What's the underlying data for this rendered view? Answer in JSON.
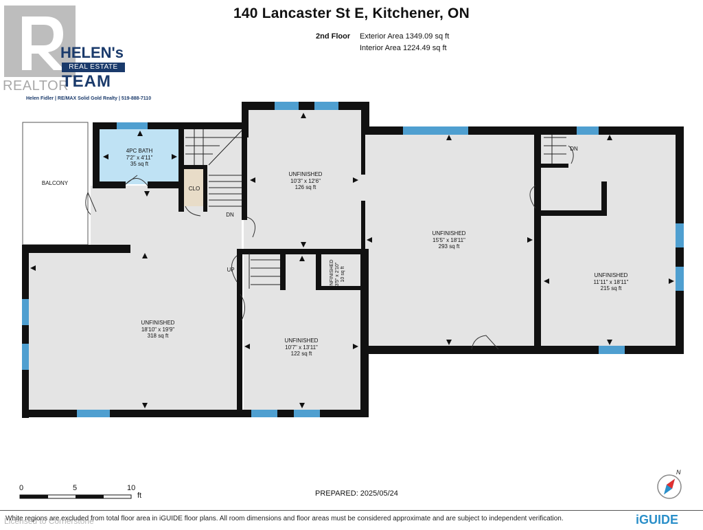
{
  "title": "140 Lancaster St E, Kitchener, ON",
  "floor": {
    "name": "2nd Floor",
    "exterior_area": "Exterior Area 1349.09 sq ft",
    "interior_area": "Interior Area 1224.49 sq ft"
  },
  "branding": {
    "realtor_mark": "REALTOR",
    "helens_line1": "HELEN's",
    "helens_line2": "REAL ESTATE",
    "helens_line3": "TEAM",
    "contact": "Helen Fidler  |  RE/MAX Solid Gold Realty  |  519-888-7110",
    "brand_color": "#1a3a6b"
  },
  "rooms": {
    "bath": {
      "name": "4PC BATH",
      "dims": "7'2\" x 4'11\"",
      "area": "35 sq ft"
    },
    "balcony": {
      "name": "BALCONY"
    },
    "clo": {
      "name": "CLO"
    },
    "stairs_dn_left": {
      "name": "DN"
    },
    "stairs_up": {
      "name": "UP"
    },
    "stairs_dn_right": {
      "name": "DN"
    },
    "unf_top": {
      "name": "UNFINISHED",
      "dims": "10'3\" x 12'6\"",
      "area": "126 sq ft"
    },
    "unf_center": {
      "name": "UNFINISHED",
      "dims": "15'5\" x 18'11\"",
      "area": "293 sq ft"
    },
    "unf_right": {
      "name": "UNFINISHED",
      "dims": "11'11\" x 18'11\"",
      "area": "215 sq ft"
    },
    "unf_left": {
      "name": "UNFINISHED",
      "dims": "18'10\" x 19'9\"",
      "area": "318 sq ft"
    },
    "unf_mid": {
      "name": "UNFINISHED",
      "dims": "10'7\" x 13'11\"",
      "area": "122 sq ft"
    },
    "unf_small": {
      "name": "UNFINISHED",
      "dims": "3'5\" x 2'10\"",
      "area": "10 sq ft"
    }
  },
  "scale": {
    "ticks": [
      "0",
      "5",
      "10"
    ],
    "unit": "ft"
  },
  "prepared": "PREPARED: 2025/05/24",
  "compass_label": "N",
  "disclaimer": "White regions are excluded from total floor area in iGUIDE floor plans. All room dimensions and floor areas must be considered approximate and are subject to independent verification.",
  "watermark": "Licensed to Cornerstone",
  "logo": "iGUIDE",
  "colors": {
    "wall": "#111111",
    "floor": "#e4e4e4",
    "bath": "#bfe2f4",
    "window": "#4f9fd0",
    "closet": "#e8dcc8"
  }
}
